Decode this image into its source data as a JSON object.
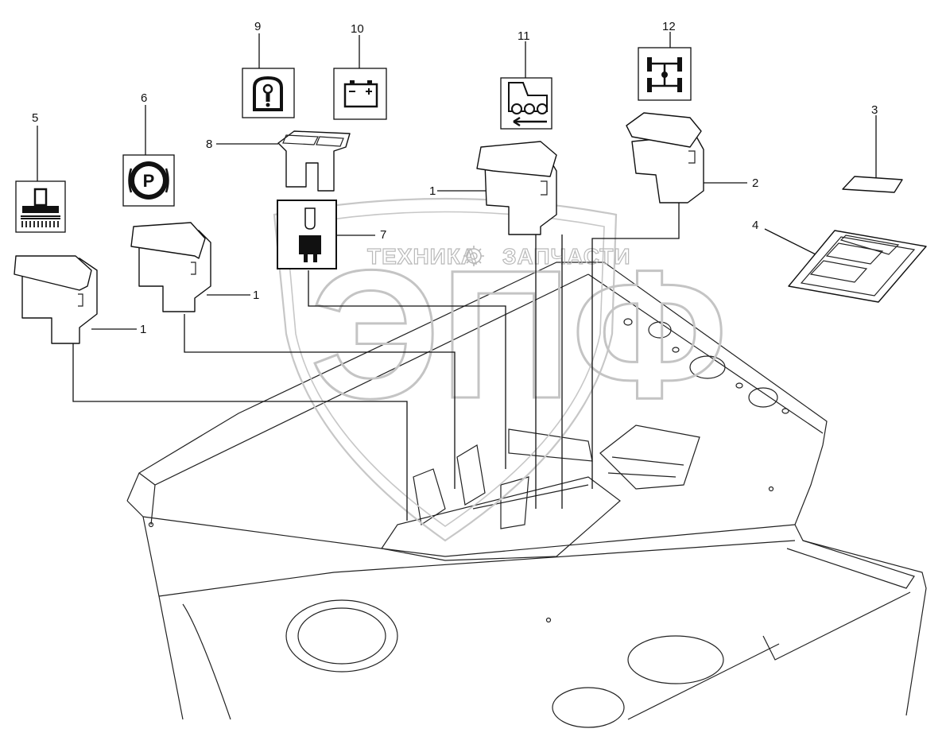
{
  "watermark": {
    "left_word": "ТЕХНИКА",
    "right_word": "ЗАПЧАСТИ",
    "logo_letters": "ЭПФ"
  },
  "callouts": {
    "c1a": "1",
    "c1b": "1",
    "c1c": "1",
    "c2": "2",
    "c3": "3",
    "c4": "4",
    "c5": "5",
    "c6": "6",
    "c7": "7",
    "c8": "8",
    "c9": "9",
    "c10": "10",
    "c11": "11",
    "c12": "12"
  },
  "icons": {
    "parking": "P"
  },
  "colors": {
    "line": "#111111",
    "watermark": "#bdbdbd"
  }
}
